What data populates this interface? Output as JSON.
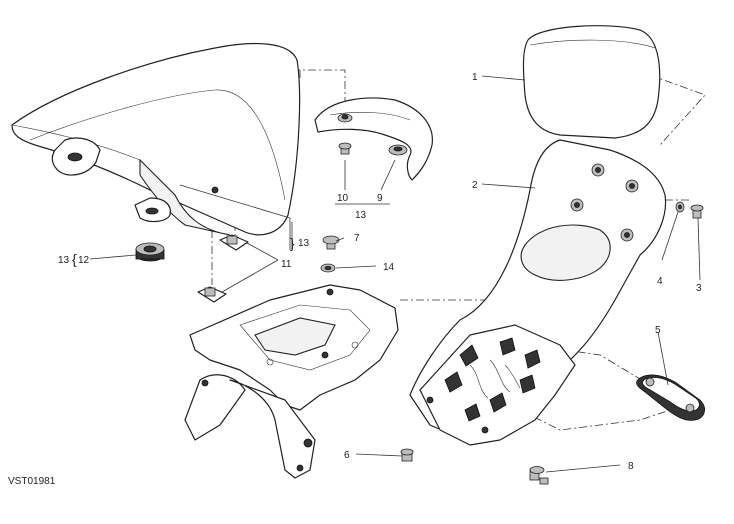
{
  "figure_code": "VST01981",
  "callouts": {
    "c1": "1",
    "c2": "2",
    "c3": "3",
    "c4": "4",
    "c5": "5",
    "c6": "6",
    "c7": "7",
    "c8": "8",
    "c9": "9",
    "c10": "10",
    "c11": "11",
    "c12": "12",
    "c13a": "13",
    "c13b": "13",
    "c13c": "13",
    "c14": "14"
  }
}
